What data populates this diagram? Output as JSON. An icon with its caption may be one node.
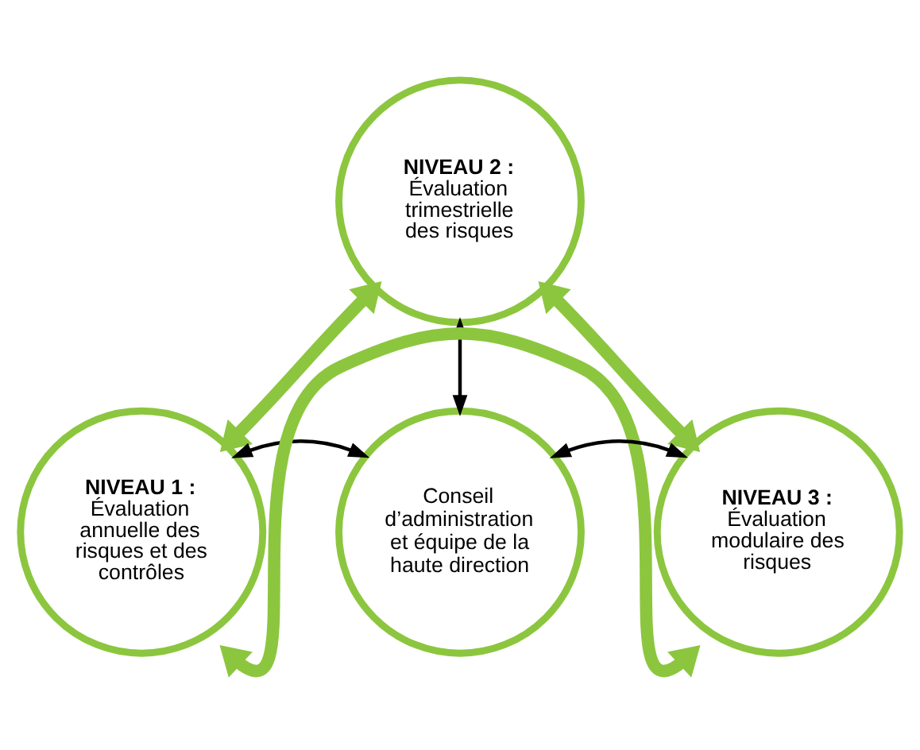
{
  "diagram": {
    "nodes": [
      {
        "text": [
          "NIVEAU 2 :",
          "Évaluation trimestrielle des risques"
        ]
      },
      {
        "text": [
          "NIVEAU 1 :",
          "Évaluation annuelle des risques et des contrôles"
        ]
      },
      {
        "text": [
          "Conseil d’administration et équipe de la haute direction"
        ]
      },
      {
        "text": [
          "NIVEAU 3 :",
          "Évaluation modulaire des risques"
        ]
      }
    ],
    "edges": [
      {
        "from": 1,
        "to": 0,
        "arrow": "both",
        "style": "thick",
        "color": "#8cc63f"
      },
      {
        "from": 0,
        "to": 3,
        "arrow": "both",
        "style": "thick",
        "color": "#8cc63f"
      },
      {
        "from": 0,
        "to": 2,
        "arrow": "both",
        "color": "#000000"
      },
      {
        "from": 1,
        "to": 2,
        "arrow": "both",
        "color": "#000000"
      },
      {
        "from": 2,
        "to": 3,
        "arrow": "both",
        "color": "#000000"
      },
      {
        "from": 1,
        "to": 3,
        "arrow": "both",
        "style": "thick",
        "color": "#8cc63f"
      }
    ]
  }
}
